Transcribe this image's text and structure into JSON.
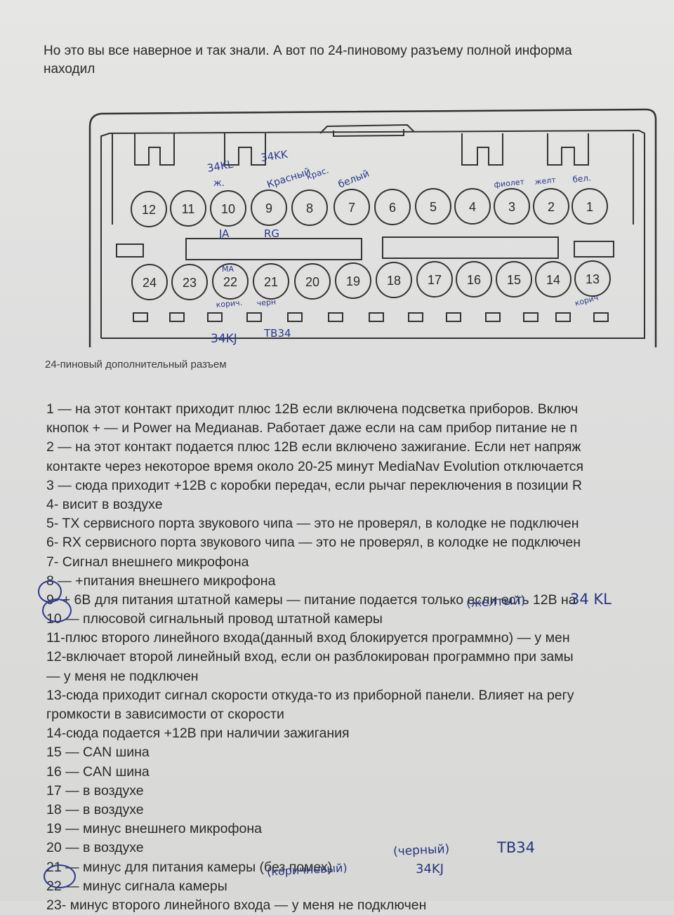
{
  "intro": {
    "line1": "Но это вы все наверное и так знали. А вот по 24-пиновому разъему полной информа",
    "line2": "находил"
  },
  "connector": {
    "top_row": [
      "12",
      "11",
      "10",
      "9",
      "8",
      "7",
      "6",
      "5",
      "4",
      "3",
      "2",
      "1"
    ],
    "bottom_row": [
      "24",
      "23",
      "22",
      "21",
      "20",
      "19",
      "18",
      "17",
      "16",
      "15",
      "14",
      "13"
    ],
    "caption": "24-пиновый дополнительный разъем"
  },
  "annotations": {
    "a_34kl_left": "34KL",
    "a_34kk": "34KK",
    "a_zh": "ж.",
    "a_krasny": "Красный",
    "a_krasn": "крас.",
    "a_bely": "белый",
    "a_fiolet": "фиолет",
    "a_zhelt": "желт",
    "a_bel": "бел.",
    "a_ja": "JA",
    "a_rg": "RG",
    "a_ma": "MA",
    "a_korich": "корич.",
    "a_cher": "черн",
    "a_korich2": "корич",
    "a_34kj": "34KJ",
    "a_tb34": "TB34",
    "a_zheltyi": "(желтый)",
    "a_34kl_2": "34 KL",
    "a_cherny": "(черный)",
    "a_tb34_2": "TB34",
    "a_korichnevyi": "(коричневый)",
    "a_34kj_2": "34KJ"
  },
  "lines": [
    "1 — на этот контакт приходит плюс 12В если включена подсветка приборов. Включ",
    "кнопок + — и Power на Медианав. Работает даже если на сам прибор питание не п",
    "2 — на этот контакт подается плюс 12В если включено зажигание. Если нет напряж",
    "контакте через некоторое время около 20-25 минут MediaNav Evolution отключается",
    "3 — сюда приходит +12В с коробки передач, если рычаг переключения в позиции R",
    "4- висит в воздухе",
    "5- TX сервисного порта звукового чипа — это не проверял, в колодке не подключен",
    "6- RX сервисного порта звукового чипа — это не проверял, в колодке не подключен",
    "7- Сигнал внешнего микрофона",
    "8 — +питания внешнего микрофона",
    "9- + 6В для питания штатной камеры — питание подается только если есть 12В на",
    "10 — плюсовой сигнальный провод штатной камеры",
    "11-плюс второго линейного входа(данный вход блокируется программно) — у мен",
    "12-включает второй линейный вход, если он разблокирован программно при замы",
    "— у меня не подключен",
    "13-сюда приходит сигнал скорости откуда-то из приборной панели. Влияет на регу",
    "громкости в зависимости от скорости",
    "14-сюда подается +12В при наличии зажигания",
    "15 — CAN шина",
    "16 — CAN шина",
    "17 — в воздухе",
    "18 — в воздухе",
    "19 — минус внешнего микрофона",
    "20 — в воздухе",
    "21 — минус для питания камеры (без помех)",
    "22 — минус сигнала камеры",
    "23- минус второго линейного входа — у меня не подключен"
  ]
}
